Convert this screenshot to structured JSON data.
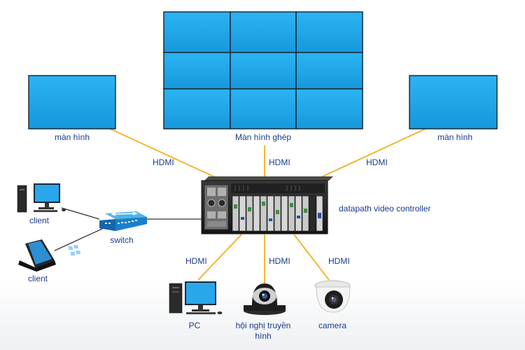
{
  "diagram": {
    "displays": {
      "left_label": "màn hình",
      "video_wall_label": "Màn hình ghép",
      "right_label": "màn hình"
    },
    "controller": {
      "label": "datapath video controller"
    },
    "network": {
      "switch_label": "switch",
      "client_desktop_label": "client",
      "client_laptop_label": "client"
    },
    "sources": {
      "pc_label": "PC",
      "conference_label": "hội nghị truyền hình",
      "camera_label": "camera"
    },
    "links": {
      "left_display": "HDMI",
      "video_wall": "HDMI",
      "right_display": "HDMI",
      "pc": "HDMI",
      "conference": "HDMI",
      "camera": "HDMI"
    },
    "colors": {
      "screen_blue": "#1ea8ec",
      "screen_border": "#1b2a3a",
      "hdmi_line": "#f5b532",
      "network_line": "#333333",
      "label_text": "#1a3a8a"
    }
  }
}
